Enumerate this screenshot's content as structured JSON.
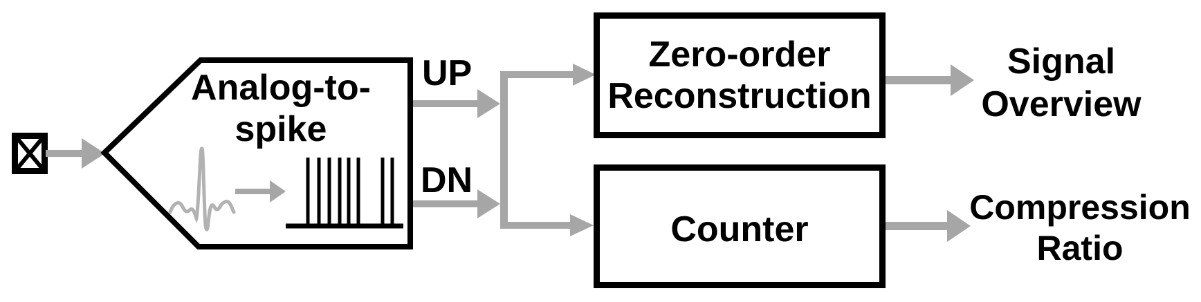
{
  "title": "Analog-to-spike compression block diagram",
  "colors": {
    "line_black": "#000000",
    "arrow_gray": "#a6a6a6",
    "waveform_gray": "#b2b2b2",
    "background": "#ffffff"
  },
  "input": {
    "icon": "electrode-crossed-box"
  },
  "converter": {
    "line1": "Analog-to-",
    "line2": "spike",
    "icons": [
      "spike-waveform",
      "conversion-arrow",
      "spike-train"
    ]
  },
  "signals": {
    "up": "UP",
    "dn": "DN"
  },
  "blocks": {
    "reconstruction": {
      "line1": "Zero-order",
      "line2": "Reconstruction"
    },
    "counter": {
      "label": "Counter"
    }
  },
  "outputs": {
    "signal_overview": {
      "line1": "Signal",
      "line2": "Overview"
    },
    "compression_ratio": {
      "line1": "Compression",
      "line2": "Ratio"
    }
  }
}
